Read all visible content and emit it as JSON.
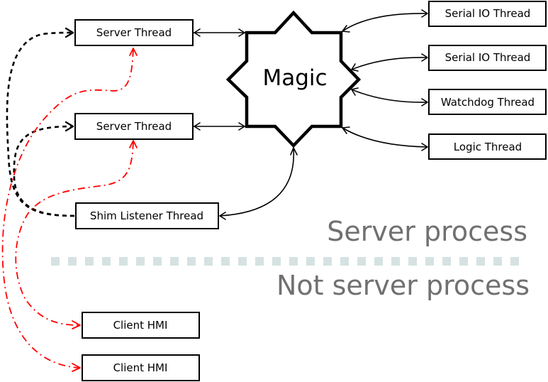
{
  "diagram": {
    "central_node": {
      "label": "Magic",
      "shape": "eight-point-star"
    },
    "nodes": [
      {
        "id": "server1",
        "label": "Server Thread"
      },
      {
        "id": "server2",
        "label": "Server Thread"
      },
      {
        "id": "shim",
        "label": "Shim Listener Thread"
      },
      {
        "id": "serial1",
        "label": "Serial IO Thread"
      },
      {
        "id": "serial2",
        "label": "Serial IO Thread"
      },
      {
        "id": "watchdog",
        "label": "Watchdog Thread"
      },
      {
        "id": "logic",
        "label": "Logic Thread"
      },
      {
        "id": "hmi1",
        "label": "Client HMI"
      },
      {
        "id": "hmi2",
        "label": "Client HMI"
      }
    ],
    "edges": [
      {
        "from": "server1",
        "to": "magic",
        "style": "solid",
        "direction": "both"
      },
      {
        "from": "server2",
        "to": "magic",
        "style": "solid",
        "direction": "both"
      },
      {
        "from": "shim",
        "to": "magic",
        "style": "solid",
        "direction": "both"
      },
      {
        "from": "serial1",
        "to": "magic",
        "style": "solid",
        "direction": "both"
      },
      {
        "from": "serial2",
        "to": "magic",
        "style": "solid",
        "direction": "both"
      },
      {
        "from": "watchdog",
        "to": "magic",
        "style": "solid",
        "direction": "both"
      },
      {
        "from": "logic",
        "to": "magic",
        "style": "solid",
        "direction": "both"
      },
      {
        "from": "shim",
        "to": "server1",
        "style": "dashed",
        "direction": "forward"
      },
      {
        "from": "shim",
        "to": "server2",
        "style": "dashed",
        "direction": "forward"
      },
      {
        "from": "server1",
        "to": "hmi2",
        "style": "dash-dot",
        "direction": "both"
      },
      {
        "from": "server2",
        "to": "hmi1",
        "style": "dash-dot",
        "direction": "both"
      }
    ],
    "regions": {
      "upper_label": "Server process",
      "lower_label": "Not server process"
    },
    "colors": {
      "client_link": "#ff0000",
      "region_text": "#707070",
      "divider": "#d6e2e2"
    }
  }
}
